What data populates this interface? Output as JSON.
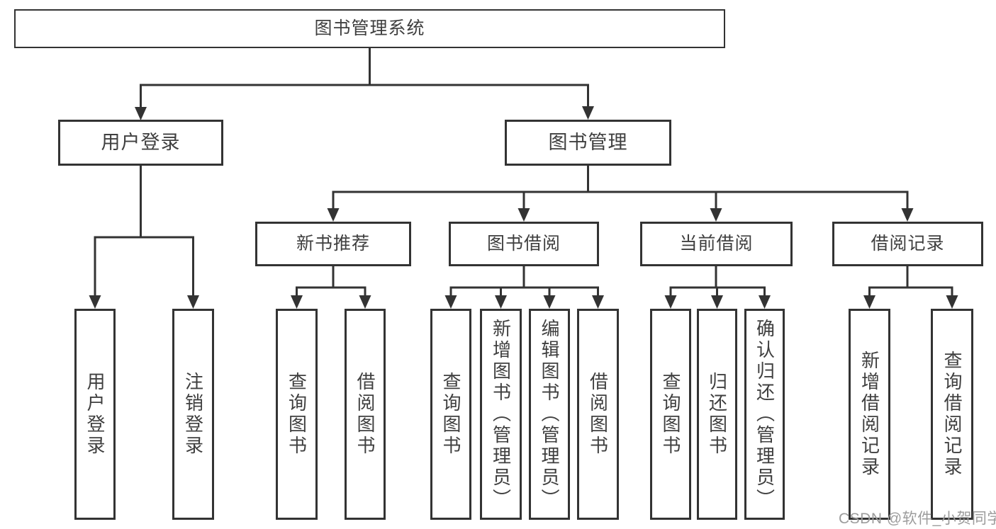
{
  "diagram_title": "图书管理系统",
  "tree": {
    "root": {
      "label": "图书管理系统",
      "children": [
        {
          "label": "用户登录",
          "children": [
            {
              "label": "用户登录"
            },
            {
              "label": "注销登录"
            }
          ]
        },
        {
          "label": "图书管理",
          "children": [
            {
              "label": "新书推荐",
              "children": [
                {
                  "label": "查询图书"
                },
                {
                  "label": "借阅图书"
                }
              ]
            },
            {
              "label": "图书借阅",
              "children": [
                {
                  "label": "查询图书"
                },
                {
                  "label": "新增图书（管理员）"
                },
                {
                  "label": "编辑图书（管理员）"
                },
                {
                  "label": "借阅图书"
                }
              ]
            },
            {
              "label": "当前借阅",
              "children": [
                {
                  "label": "查询图书"
                },
                {
                  "label": "归还图书"
                },
                {
                  "label": "确认归还（管理员）"
                }
              ]
            },
            {
              "label": "借阅记录",
              "children": [
                {
                  "label": "新增借阅记录"
                },
                {
                  "label": "查询借阅记录"
                }
              ]
            }
          ]
        }
      ]
    }
  },
  "watermark": {
    "text": "CSDN @软件_小贺同学",
    "color": "#9c9c9c"
  },
  "colors": {
    "line": "#333333",
    "box_border": "#333333",
    "box_fill": "#ffffff",
    "text": "#3f3f3f",
    "background": "#ffffff"
  }
}
